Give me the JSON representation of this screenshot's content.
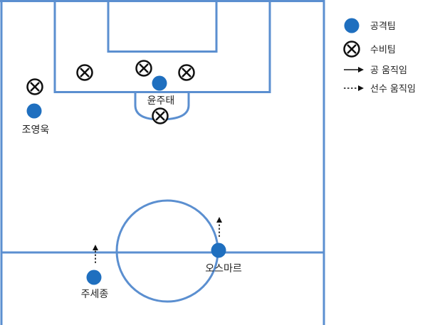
{
  "colors": {
    "pitch_line": "#5b8fd0",
    "attacker": "#1f6fbf",
    "defender_stroke": "#111111",
    "arrow": "#111111",
    "text": "#222222"
  },
  "legend": {
    "attack_team": {
      "label": "공격팀",
      "icon": "blue-dot-icon"
    },
    "defense_team": {
      "label": "수비팀",
      "icon": "x-circle-icon"
    },
    "ball_movement": {
      "label": "공 움직임",
      "icon": "solid-arrow-icon"
    },
    "player_movement": {
      "label": "선수 움직임",
      "icon": "dashed-arrow-icon"
    }
  },
  "players": {
    "yoon_jutae": {
      "name": "윤주태"
    },
    "cho_youngwook": {
      "name": "조영욱"
    },
    "osmar": {
      "name": "오스마르"
    },
    "ju_sejong": {
      "name": "주세종"
    }
  }
}
